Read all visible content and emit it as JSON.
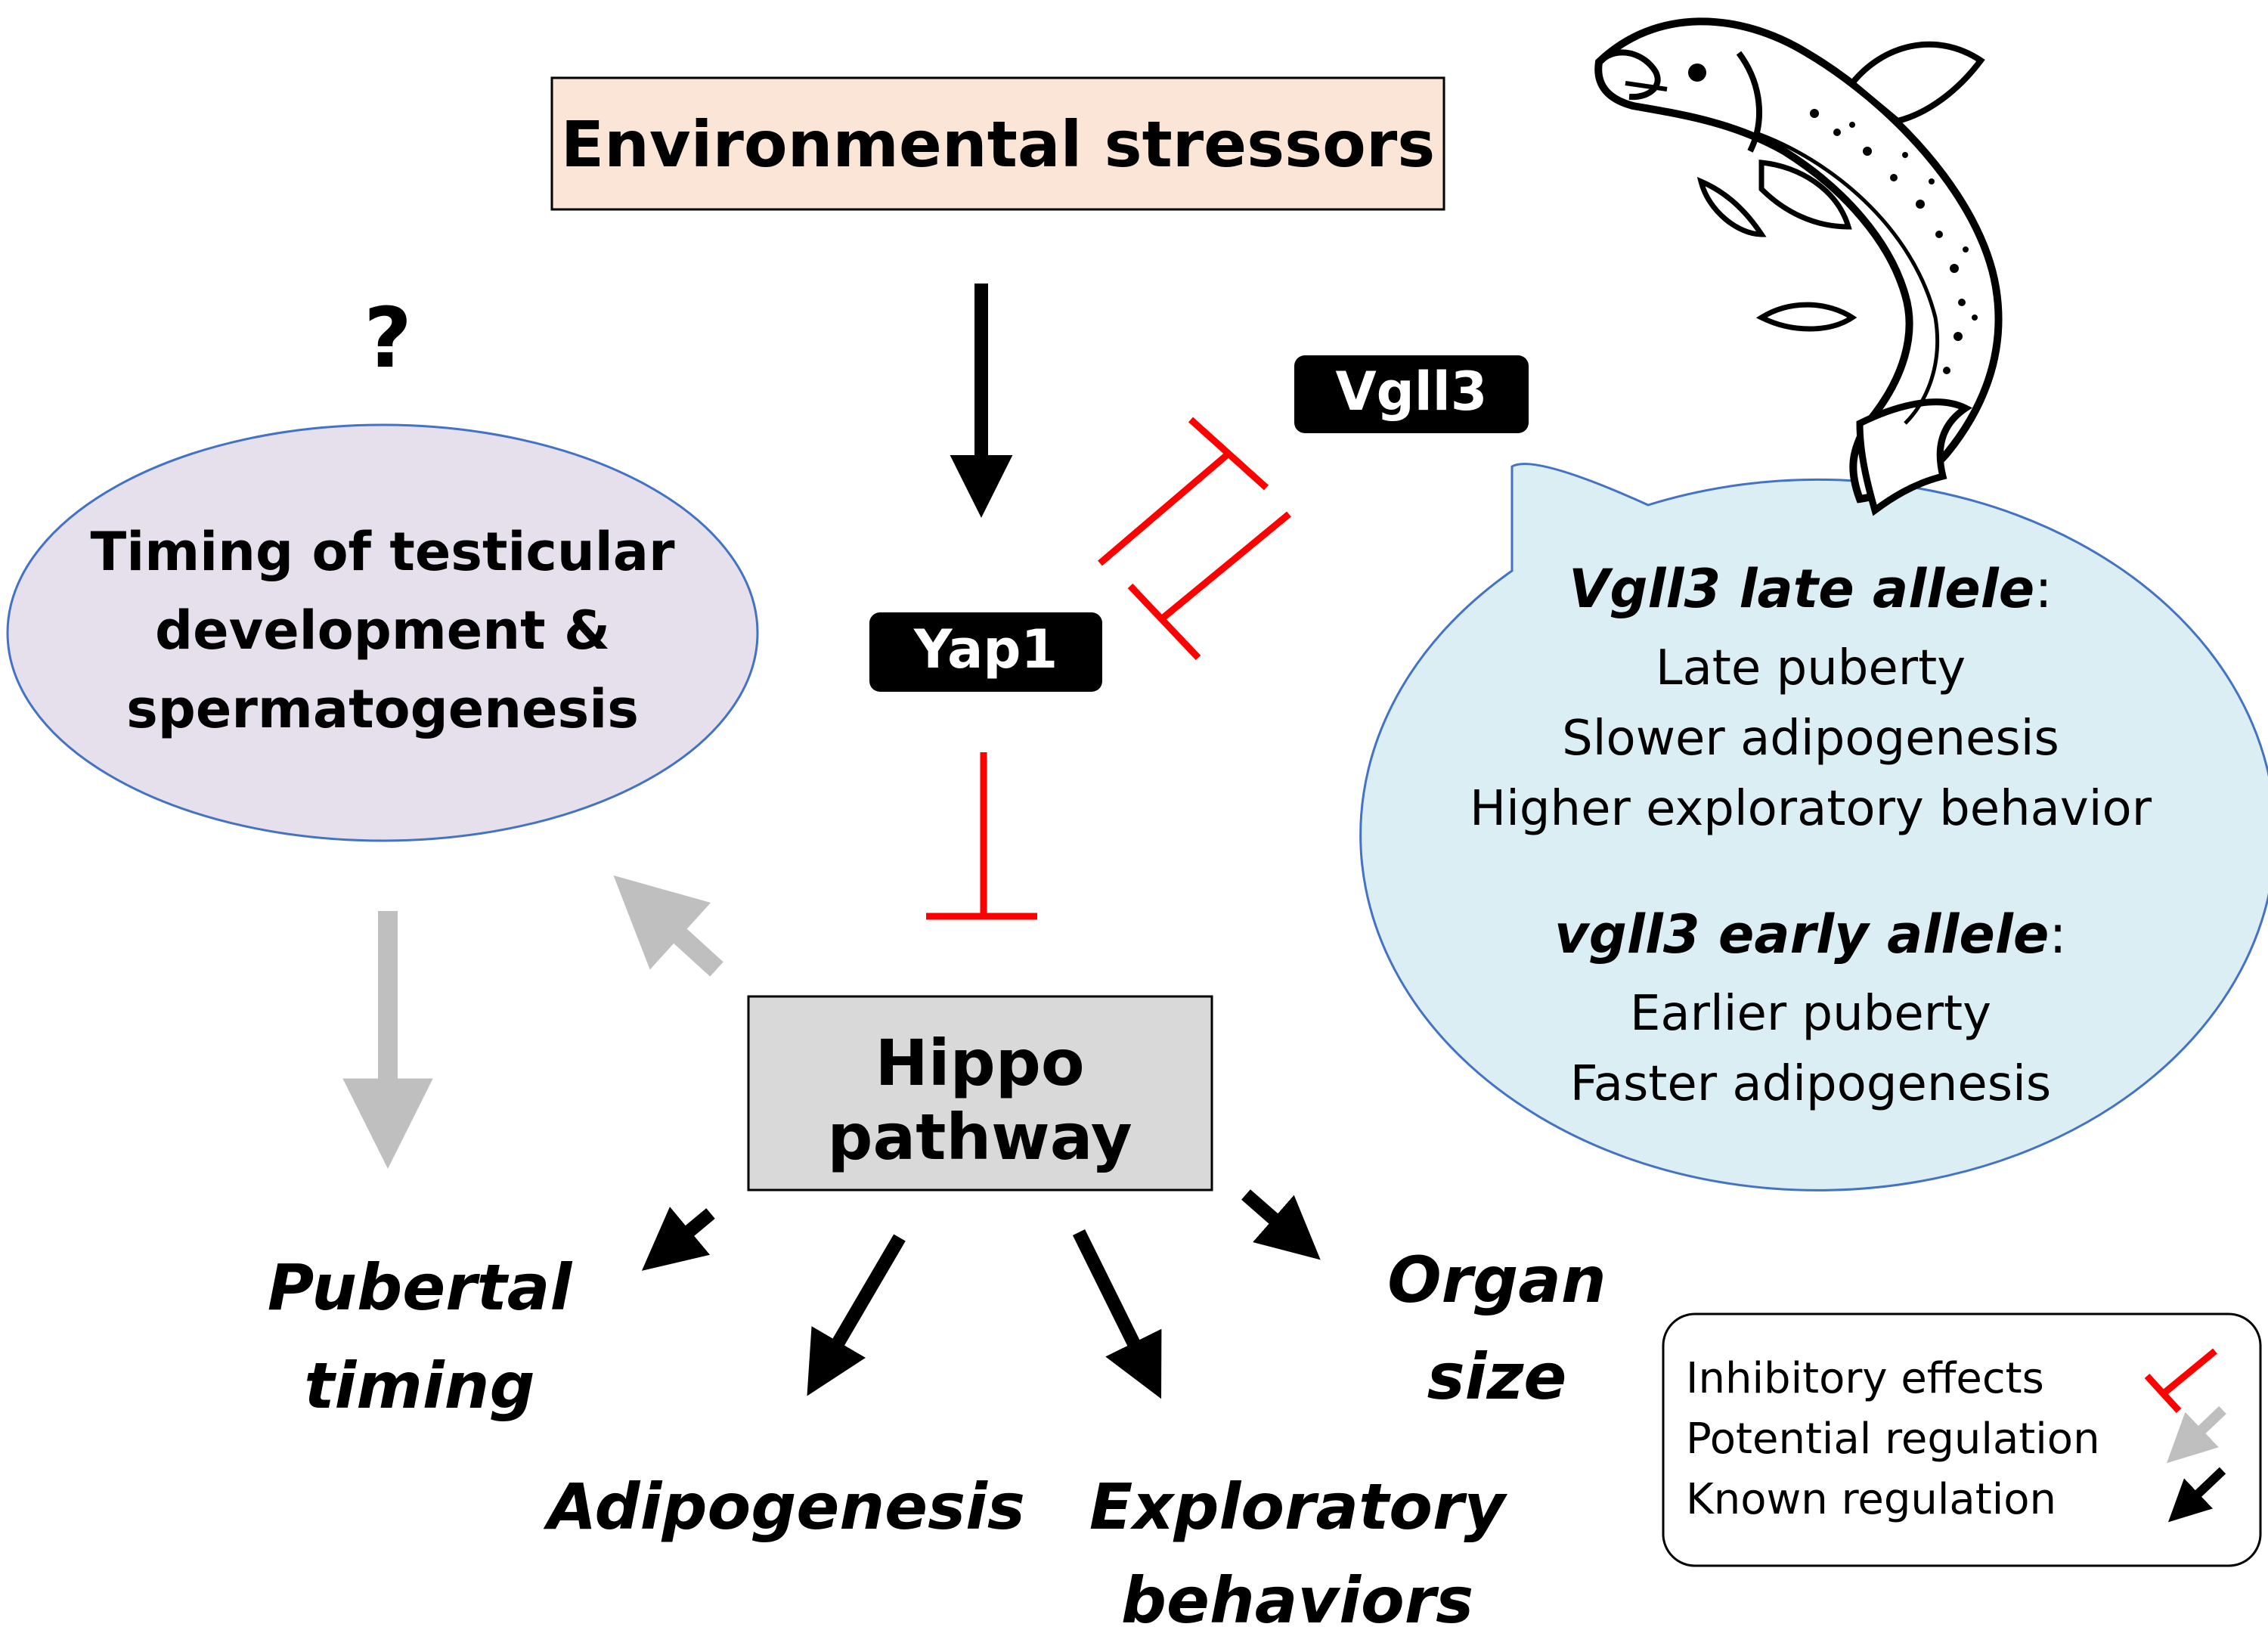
{
  "nodes": {
    "environmental_stressors": "Environmental stressors",
    "question_mark": "?",
    "vgll3": "Vgll3",
    "yap1": "Yap1",
    "timing_line1": "Timing of testicular",
    "timing_line2": "development &",
    "timing_line3": "spermatogenesis",
    "hippo_line1": "Hippo",
    "hippo_line2": "pathway"
  },
  "outcomes": {
    "pubertal_line1": "Pubertal",
    "pubertal_line2": "timing",
    "adipogenesis": "Adipogenesis",
    "exploratory_line1": "Exploratory",
    "exploratory_line2": "behaviors",
    "organ_line1": "Organ",
    "organ_line2": "size"
  },
  "bubble": {
    "late_title": "Vgll3 late allele",
    "late_items": [
      "Late puberty",
      "Slower adipogenesis",
      "Higher exploratory behavior"
    ],
    "early_title": "vgll3 early allele",
    "early_items": [
      "Earlier puberty",
      "Faster adipogenesis"
    ],
    "colon": ":"
  },
  "legend": {
    "inhibitory": "Inhibitory effects",
    "potential": "Potential regulation",
    "known": "Known regulation"
  },
  "colors": {
    "stressor_fill": "#fbe5d6",
    "timing_fill": "#e6e0ec",
    "bubble_fill": "#daeef3",
    "hippo_fill": "#d9d9d9",
    "inhibition_red": "#ff0000",
    "potential_gray": "#bfbfbf",
    "known_black": "#000000"
  },
  "icons": {
    "fish": "salmon-fish-illustration"
  }
}
